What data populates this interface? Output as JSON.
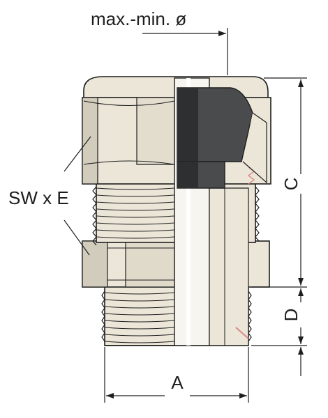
{
  "labels": {
    "diameter": "max.-min. ø",
    "wrench": "SW x E",
    "c": "C",
    "d": "D",
    "a": "A"
  },
  "colors": {
    "body": "#ebe6d8",
    "shade": "#d2ccbc",
    "seal": "#4a4b4d",
    "seal_dark": "#2e2f31",
    "line": "#1e1e1e",
    "cut_accent": "#d98888"
  }
}
